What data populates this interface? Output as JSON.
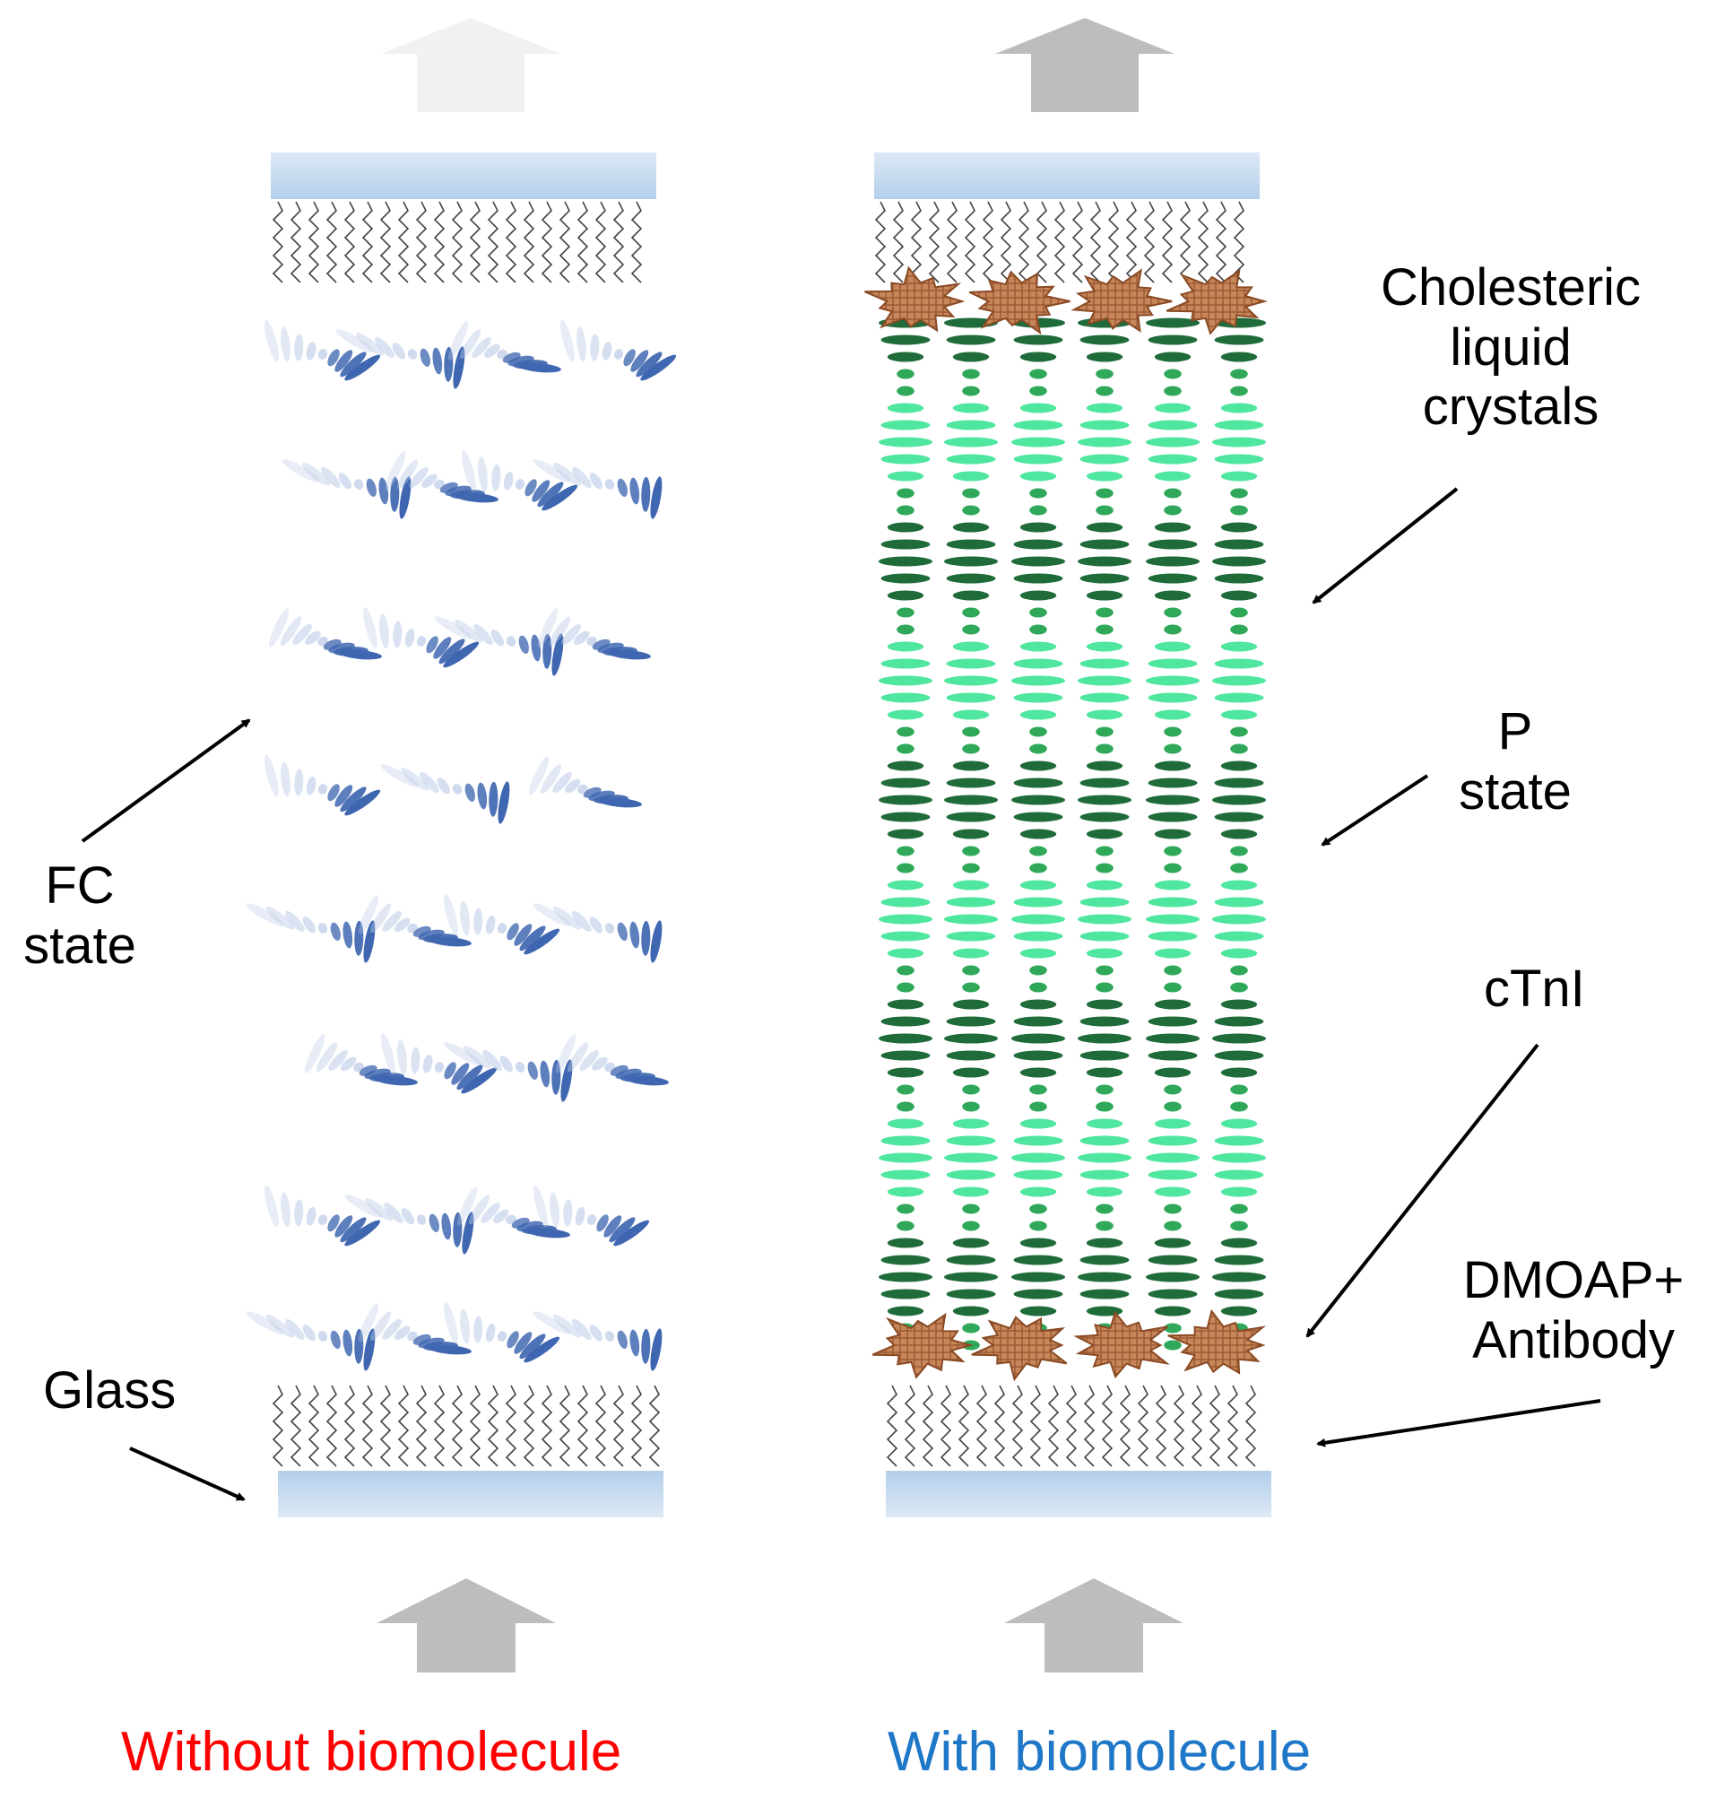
{
  "labels": {
    "cholesteric": "Cholesteric\nliquid\ncrystals",
    "p_state": "P\nstate",
    "ctni": "cTnI",
    "dmoap": "DMOAP+\nAntibody",
    "fc_state": "FC\nstate",
    "glass": "Glass"
  },
  "captions": {
    "left": "Without biomolecule",
    "right": "With biomolecule"
  },
  "colors": {
    "left_caption": "#ff0000",
    "right_caption": "#1f77c8",
    "glass_top": "#b7d2ec",
    "glass_bottom": "#d9e8f6",
    "arrow_dark": "#bdbdbd",
    "arrow_faded": "#eeeeee",
    "lc_blue": "#3f66b0",
    "lc_blue_light": "#b9c9e6",
    "lc_green_dark": "#1f6b3a",
    "lc_green_mid": "#2fa85a",
    "lc_green_light": "#4fe6a0",
    "protein": "#c07a4e"
  }
}
